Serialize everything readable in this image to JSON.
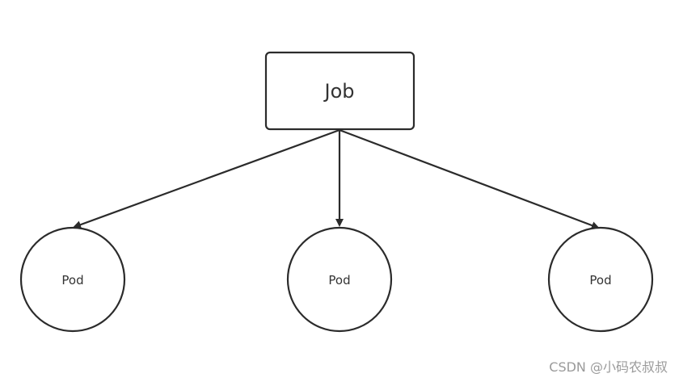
{
  "diagram": {
    "job": {
      "label": "Job"
    },
    "pods": [
      {
        "label": "Pod"
      },
      {
        "label": "Pod"
      },
      {
        "label": "Pod"
      }
    ],
    "colors": {
      "stroke": "#2b2b2b",
      "text": "#333333",
      "background": "#ffffff"
    }
  },
  "watermark": "CSDN @小码农叔叔"
}
